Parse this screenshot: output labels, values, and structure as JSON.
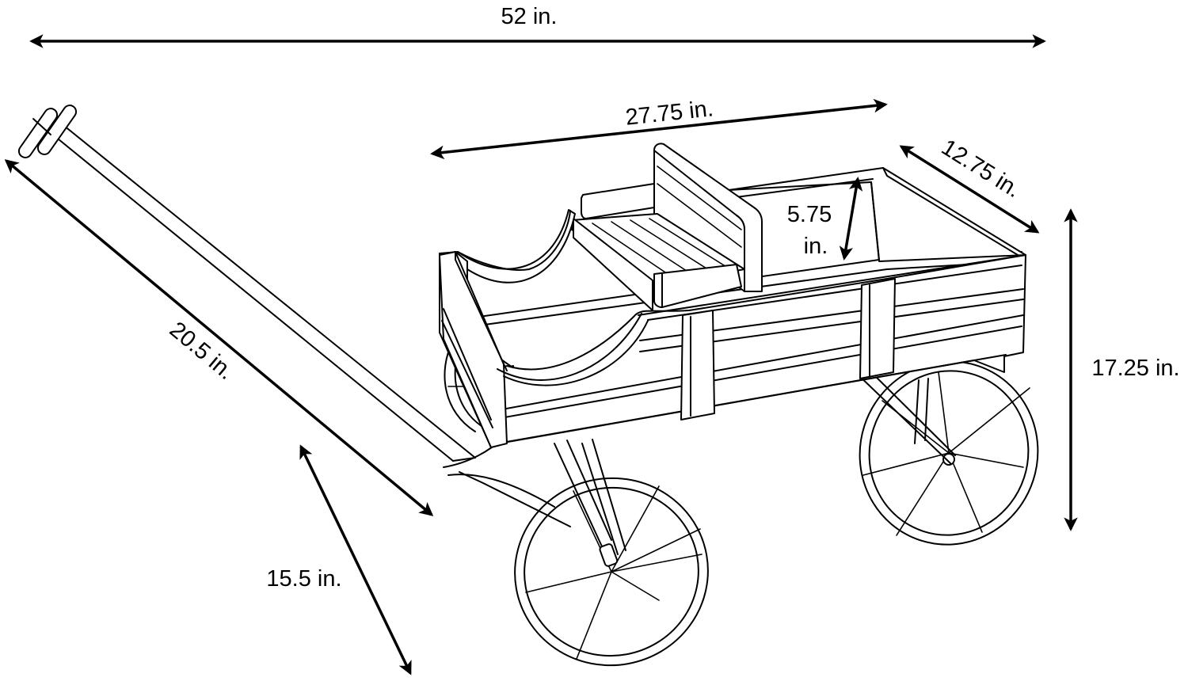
{
  "figure": {
    "subject": "wagon",
    "background": "#ffffff",
    "line_color": "#000000"
  },
  "dimensions": {
    "overall_length": "52 in.",
    "bed_length": "27.75 in.",
    "bed_width": "12.75 in.",
    "bed_depth_line1": "5.75",
    "bed_depth_line2": "in.",
    "overall_height": "17.25 in.",
    "handle_length": "20.5 in.",
    "wheel_diameter": "15.5 in."
  }
}
